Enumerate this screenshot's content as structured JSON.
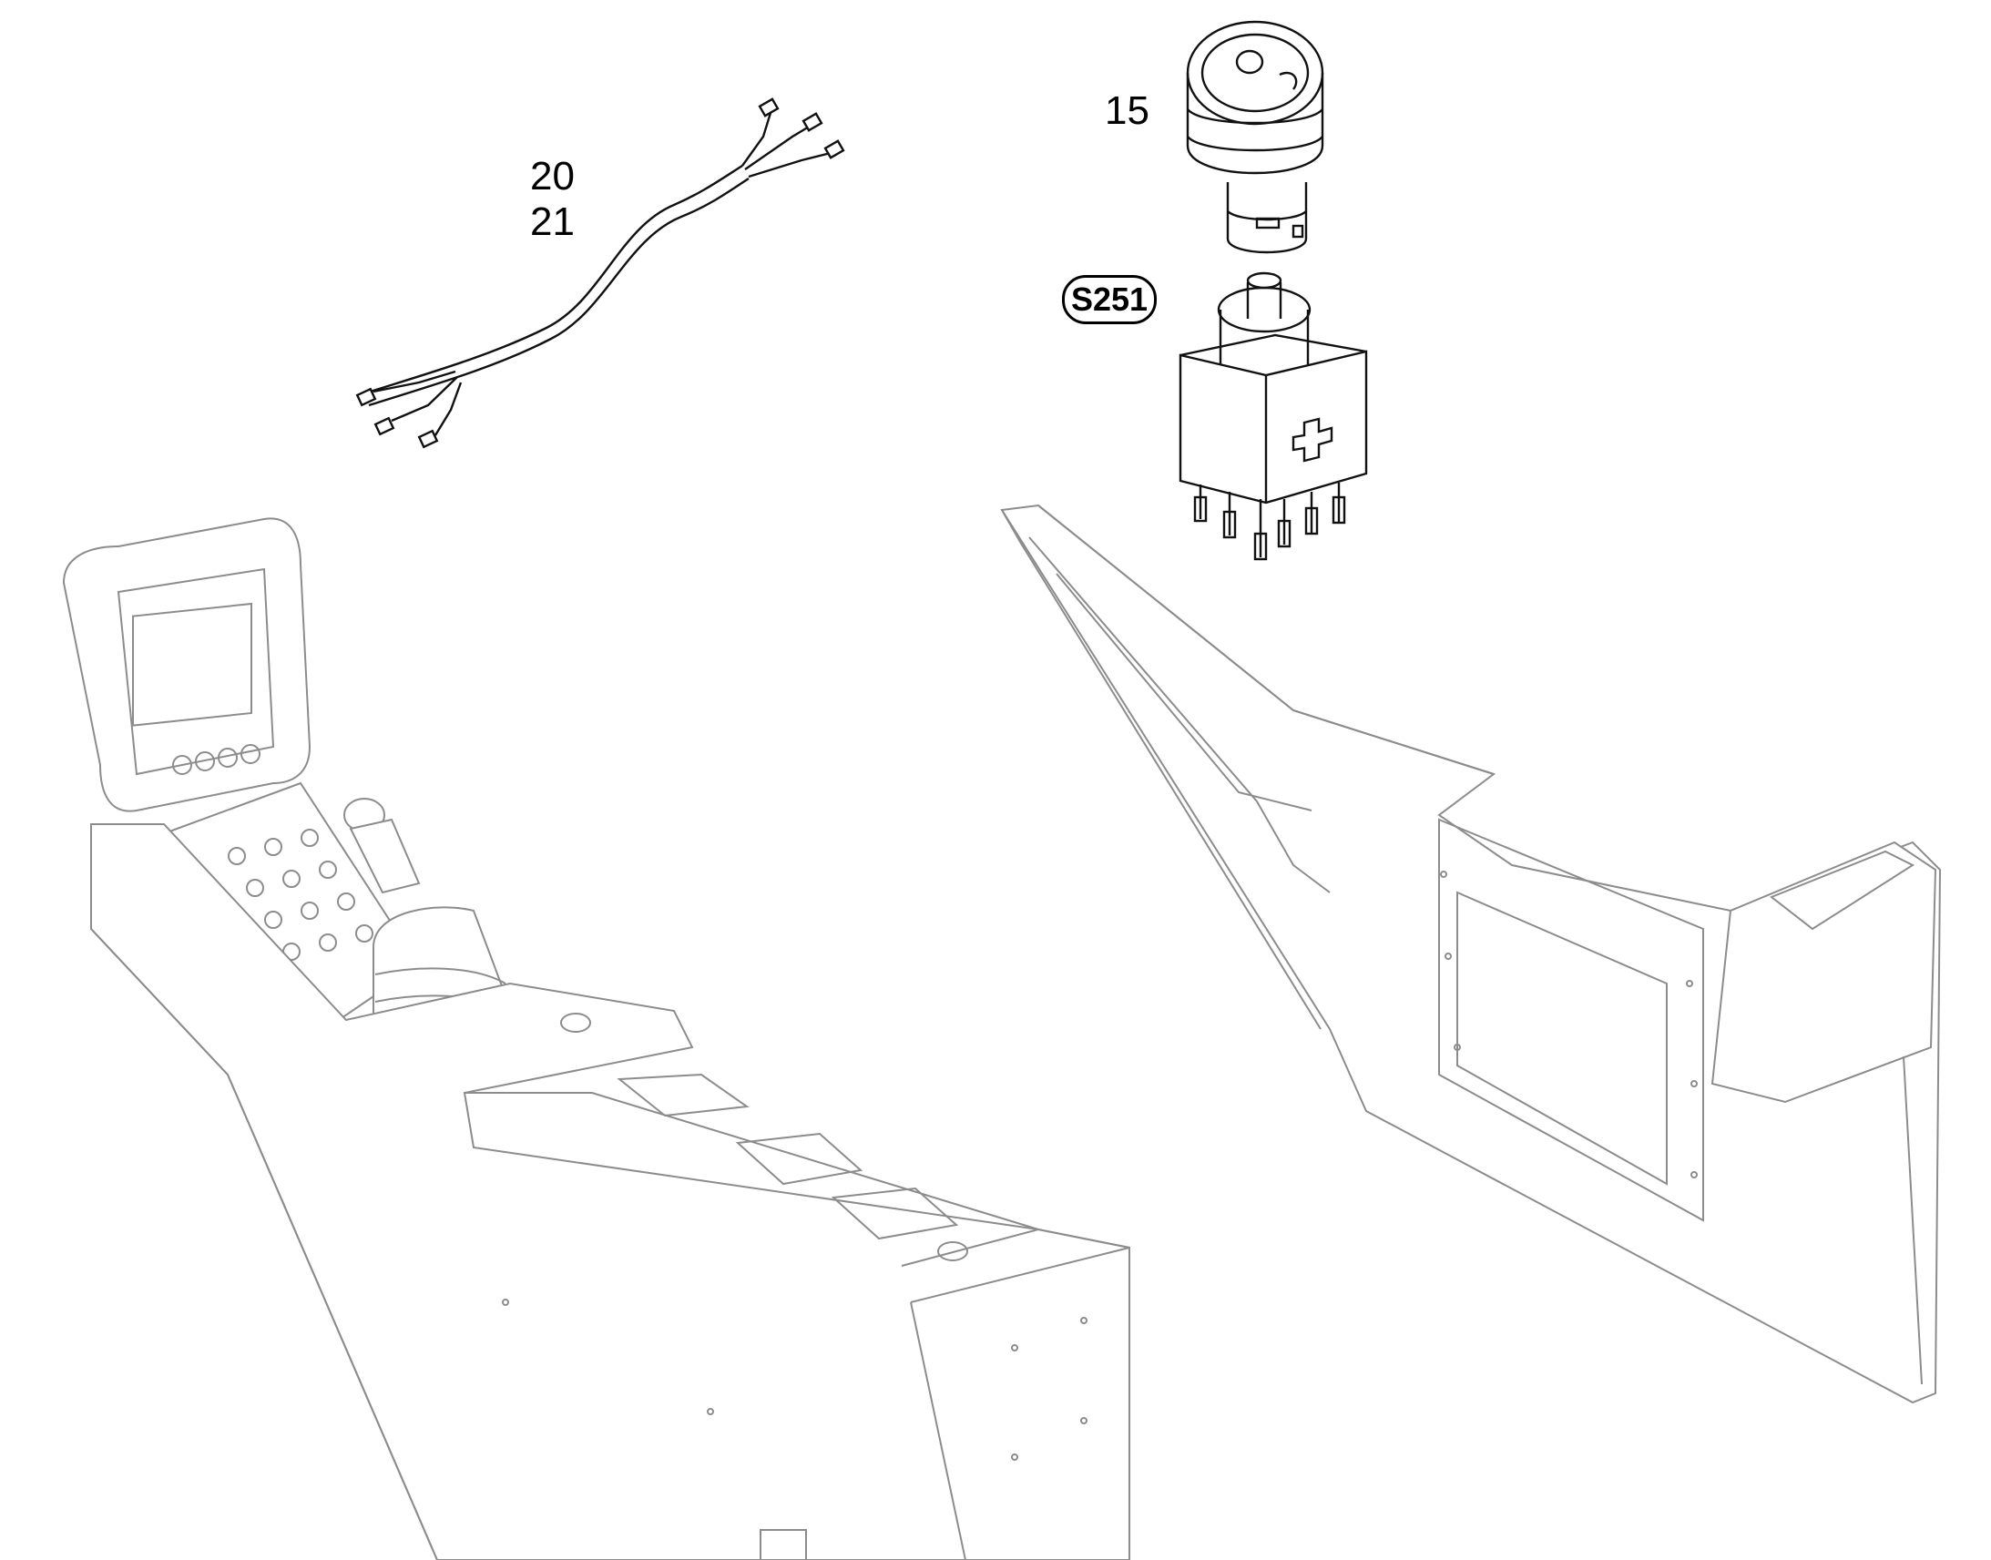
{
  "callouts": {
    "switch": "15",
    "harness_a": "20",
    "harness_b": "21"
  },
  "tag": {
    "switch_code": "S251"
  },
  "colors": {
    "line_dark": "#111111",
    "line_faint": "#8c8c8c",
    "background": "#ffffff"
  }
}
